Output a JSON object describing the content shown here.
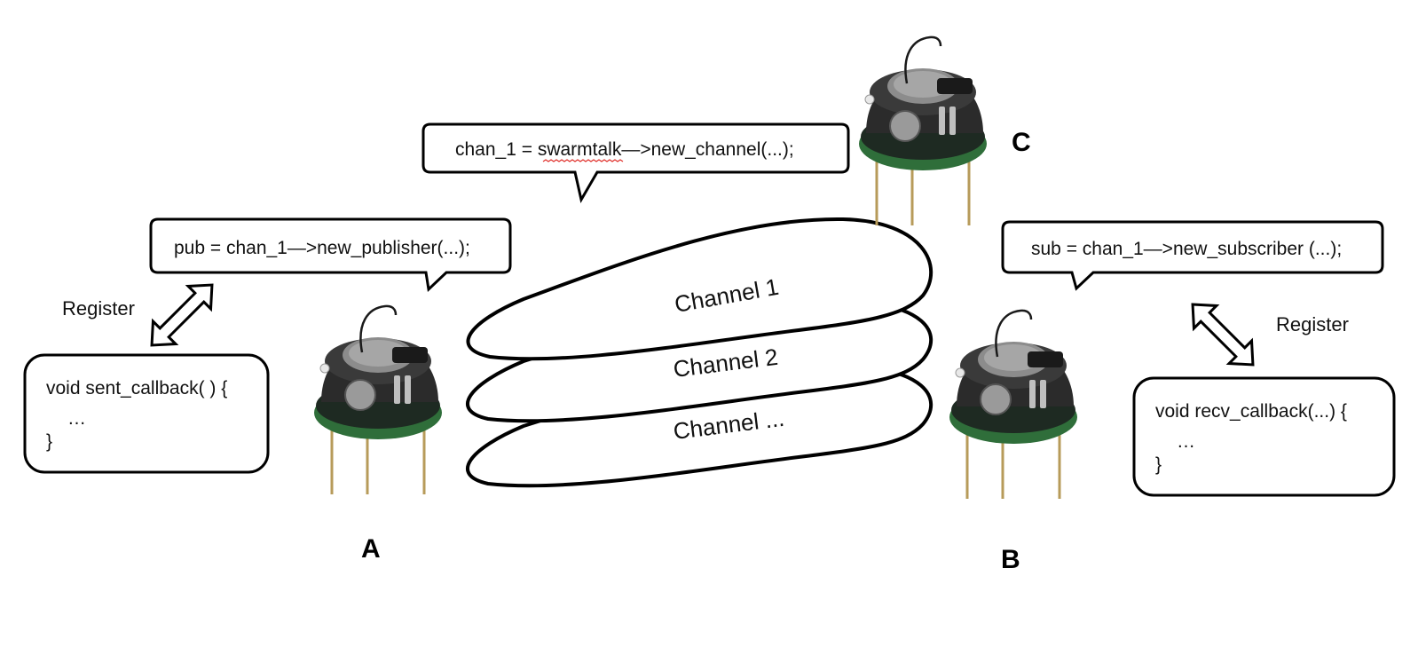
{
  "callouts": {
    "new_channel": "chan_1 = swarmtalk—>new_channel(...);",
    "new_publisher": "pub = chan_1—>new_publisher(...);",
    "new_subscriber": "sub = chan_1—>new_subscriber (...);"
  },
  "callbacks": {
    "sent": {
      "line1": "void sent_callback( ) {",
      "line2": "…",
      "line3": "}"
    },
    "recv": {
      "line1": "void recv_callback(...) {",
      "line2": "…",
      "line3": "}"
    }
  },
  "register_labels": {
    "left": "Register",
    "right": "Register"
  },
  "channels": {
    "top": "Channel 1",
    "middle": "Channel 2",
    "bottom": "Channel ..."
  },
  "robots": {
    "a": "A",
    "b": "B",
    "c": "C"
  },
  "colors": {
    "stroke": "#000000",
    "robot_body": "#2b2b2b",
    "robot_pcb": "#2f6e3a",
    "robot_battery": "#8c8c8c",
    "robot_legs": "#b79b5a",
    "spellcheck_underline": "#e0312c"
  }
}
